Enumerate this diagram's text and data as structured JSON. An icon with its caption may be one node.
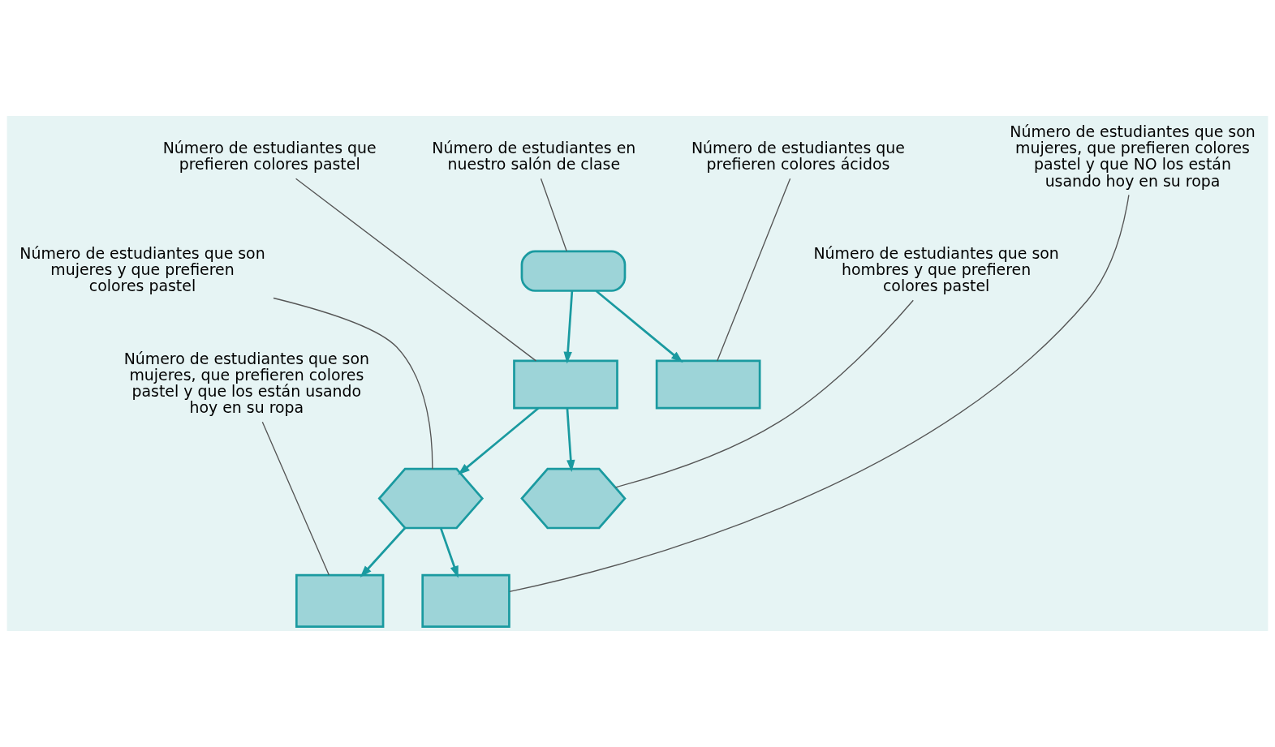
{
  "diagram": {
    "nodes": [
      {
        "text": [
          "Número de estudiantes en nuestro salón de clase"
        ]
      },
      {
        "text": [],
        "shape": "pill"
      },
      {
        "text": [
          "Número de estudiantes que prefieren colores pastel"
        ]
      },
      {
        "text": [],
        "shape": "box"
      },
      {
        "text": [],
        "shape": "box"
      },
      {
        "text": [
          "Número de estudiantes que prefieren colores ácidos"
        ]
      },
      {
        "text": [
          "Número de estudiantes que son mujeres y que prefieren colores pastel"
        ]
      },
      {
        "text": [],
        "shape": "hexagon"
      },
      {
        "text": [],
        "shape": "hexagon"
      },
      {
        "text": [
          "Número de estudiantes que son hombres y que prefieren colores pastel"
        ]
      },
      {
        "text": [],
        "shape": "wave"
      },
      {
        "text": [],
        "shape": "wave"
      },
      {
        "text": [
          "Número de estudiantes que son mujeres, que prefieren colores pastel y que los están usando hoy en su ropa"
        ]
      },
      {
        "text": [
          "Número de estudiantes que son mujeres, que prefieren colores pastel y que NO los están usando hoy en su ropa"
        ]
      }
    ],
    "edges": [
      {
        "from": 1,
        "to": 3,
        "arrow": "to"
      },
      {
        "from": 1,
        "to": 4,
        "arrow": "to"
      },
      {
        "from": 3,
        "to": 7,
        "arrow": "to"
      },
      {
        "from": 3,
        "to": 8,
        "arrow": "to"
      },
      {
        "from": 7,
        "to": 10,
        "arrow": "to"
      },
      {
        "from": 7,
        "to": 11,
        "arrow": "to"
      },
      {
        "from": 0,
        "to": 1,
        "arrow": "none",
        "color": "#555555"
      },
      {
        "from": 2,
        "to": 3,
        "arrow": "none",
        "color": "#555555"
      },
      {
        "from": 5,
        "to": 4,
        "arrow": "none",
        "color": "#555555"
      },
      {
        "from": 6,
        "to": 7,
        "arrow": "none",
        "color": "#555555"
      },
      {
        "from": 9,
        "to": 8,
        "arrow": "none",
        "color": "#555555"
      },
      {
        "from": 12,
        "to": 10,
        "arrow": "none",
        "color": "#555555"
      },
      {
        "from": 13,
        "to": 11,
        "arrow": "none",
        "color": "#555555"
      }
    ]
  }
}
